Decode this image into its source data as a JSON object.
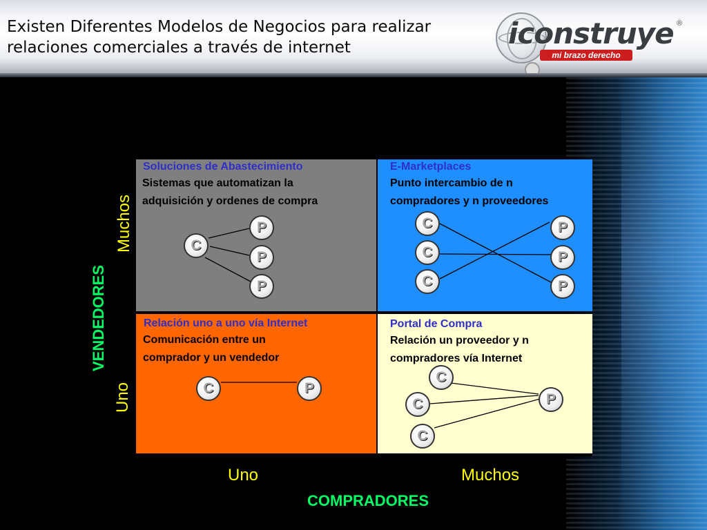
{
  "header": {
    "title_line1": "Existen Diferentes Modelos de Negocios para realizar",
    "title_line2": "relaciones comerciales a través de internet"
  },
  "logo": {
    "wordmark": "iconstruye",
    "registered": "®",
    "tagline": "mi brazo derecho"
  },
  "axes": {
    "y_title": "VENDEDORES",
    "y_high": "Muchos",
    "y_low": "Uno",
    "x_title": "COMPRADORES",
    "x_low": "Uno",
    "x_high": "Muchos"
  },
  "quadrants": {
    "top_left": {
      "title": "Soluciones de Abastecimiento",
      "desc_line1": "Sistemas que automatizan la",
      "desc_line2": "adquisición y ordenes de compra",
      "color": "#7f7f7f"
    },
    "top_right": {
      "title": "E-Marketplaces",
      "desc_line1": "Punto intercambio de n",
      "desc_line2": "compradores y n proveedores",
      "color": "#1f8eff"
    },
    "bottom_left": {
      "title": "Relación uno a uno vía Internet",
      "desc_line1": "Comunicación entre un",
      "desc_line2": "comprador y un vendedor",
      "color": "#ff6600"
    },
    "bottom_right": {
      "title": "Portal de Compra",
      "desc_line1": "Relación un proveedor y n",
      "desc_line2": "compradores vía Internet",
      "color": "#ffffd0"
    }
  },
  "node_labels": {
    "buyer": "C",
    "provider": "P"
  },
  "colors": {
    "title_blue": "#2f2fc8",
    "axis_yellow": "#ffff00",
    "axis_green": "#00ff66"
  }
}
